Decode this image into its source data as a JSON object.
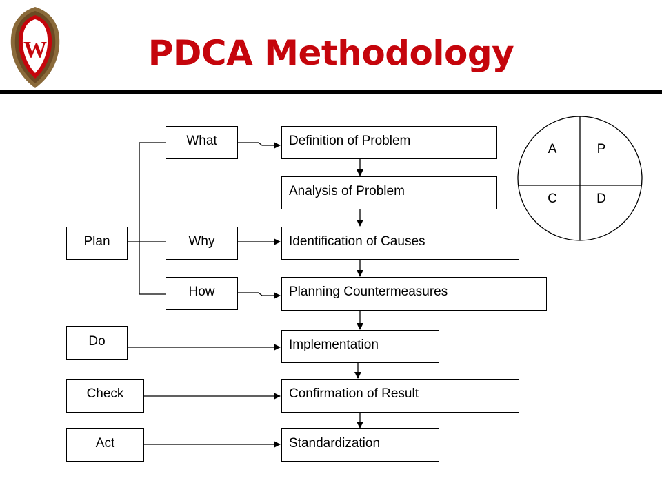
{
  "title": "PDCA Methodology",
  "colors": {
    "title": "#c5050c",
    "logo_shield": "#c5050c",
    "logo_border": "#8a6a3a",
    "logo_inner": "#6b4a23"
  },
  "logo_letter": "W",
  "phases": {
    "plan": "Plan",
    "do": "Do",
    "check": "Check",
    "act": "Act"
  },
  "questions": {
    "what": "What",
    "why": "Why",
    "how": "How"
  },
  "steps": [
    "Definition of Problem",
    "Analysis of Problem",
    "Identification of Causes",
    "Planning Countermeasures",
    "Implementation",
    "Confirmation of Result",
    "Standardization"
  ],
  "cycle": {
    "top_left": "A",
    "top_right": "P",
    "bottom_left": "C",
    "bottom_right": "D"
  }
}
